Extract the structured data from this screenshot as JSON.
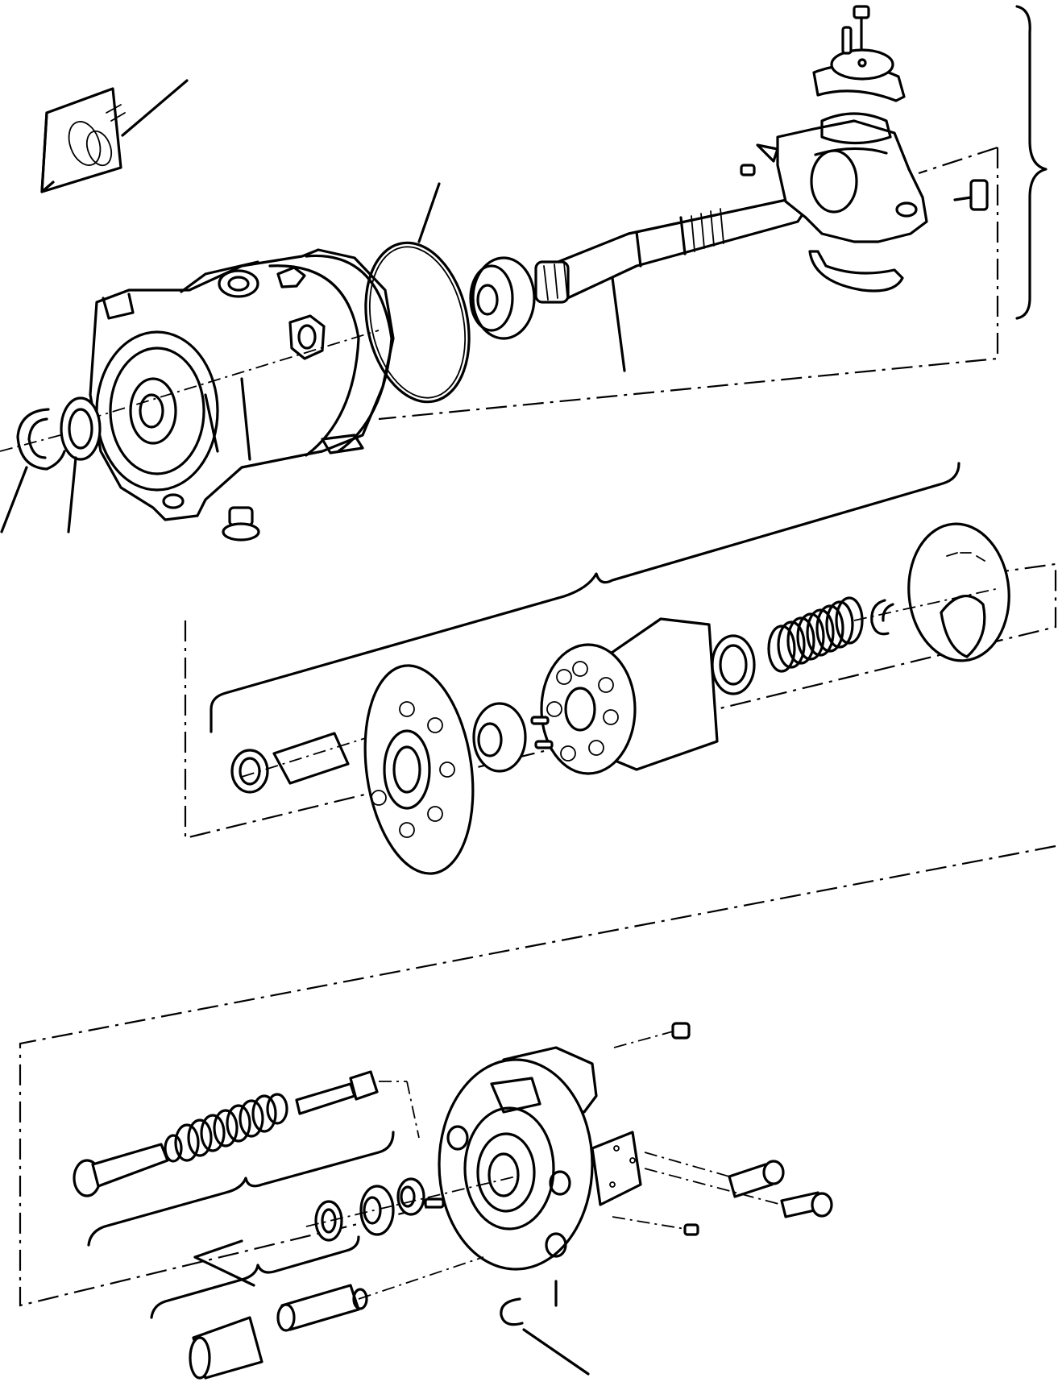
{
  "diagram": {
    "kind": "exploded parts view",
    "groups": [
      "pump-housing-and-shaft",
      "rotating-group",
      "port-plate-and-control-valve"
    ],
    "callouts": [],
    "colors": {
      "line": "#000000",
      "background": "#ffffff"
    }
  }
}
